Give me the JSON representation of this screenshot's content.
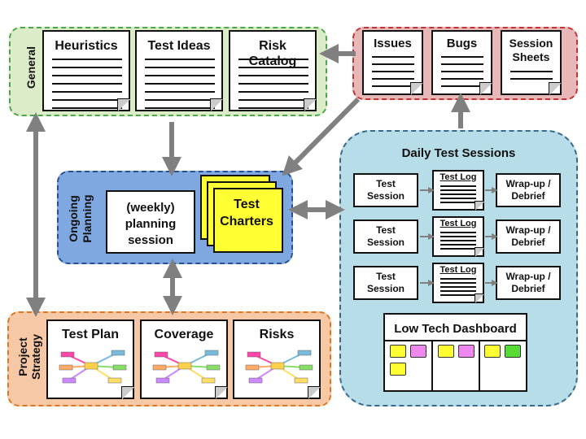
{
  "general": {
    "label": "General",
    "docs": [
      "Heuristics",
      "Test Ideas",
      "Risk Catalog"
    ]
  },
  "feedback": {
    "docs": [
      "Issues",
      "Bugs",
      "Session Sheets"
    ]
  },
  "planning": {
    "label": "Ongoing Planning",
    "session": "(weekly) planning session",
    "charters": "Test Charters"
  },
  "daily": {
    "title": "Daily Test Sessions",
    "rows": [
      {
        "session": "Test Session",
        "log": "Test Log",
        "wrap": "Wrap-up / Debrief"
      },
      {
        "session": "Test Session",
        "log": "Test Log",
        "wrap": "Wrap-up / Debrief"
      },
      {
        "session": "Test Session",
        "log": "Test Log",
        "wrap": "Wrap-up / Debrief"
      }
    ],
    "dashboard": {
      "title": "Low Tech Dashboard",
      "columns": [
        [
          "#ffff33",
          "#ee88ee",
          "#ffff33"
        ],
        [
          "#ffff33",
          "#ee88ee"
        ],
        [
          "#ffff33",
          "#55dd33"
        ]
      ]
    }
  },
  "strategy": {
    "label": "Project Strategy",
    "docs": [
      "Test Plan",
      "Coverage",
      "Risks"
    ]
  },
  "colors": {
    "general_fill": "#dcebc8",
    "general_border": "#4aa84a",
    "feedback_fill": "#e8b7b7",
    "feedback_border": "#c33333",
    "planning_fill": "#7fa7e0",
    "planning_border": "#2a4f8f",
    "daily_fill": "#b7dde8",
    "daily_border": "#3a6a8a",
    "strategy_fill": "#f6c8a6",
    "strategy_border": "#dd7722",
    "arrow": "#808080",
    "charter": "#ffff33"
  }
}
